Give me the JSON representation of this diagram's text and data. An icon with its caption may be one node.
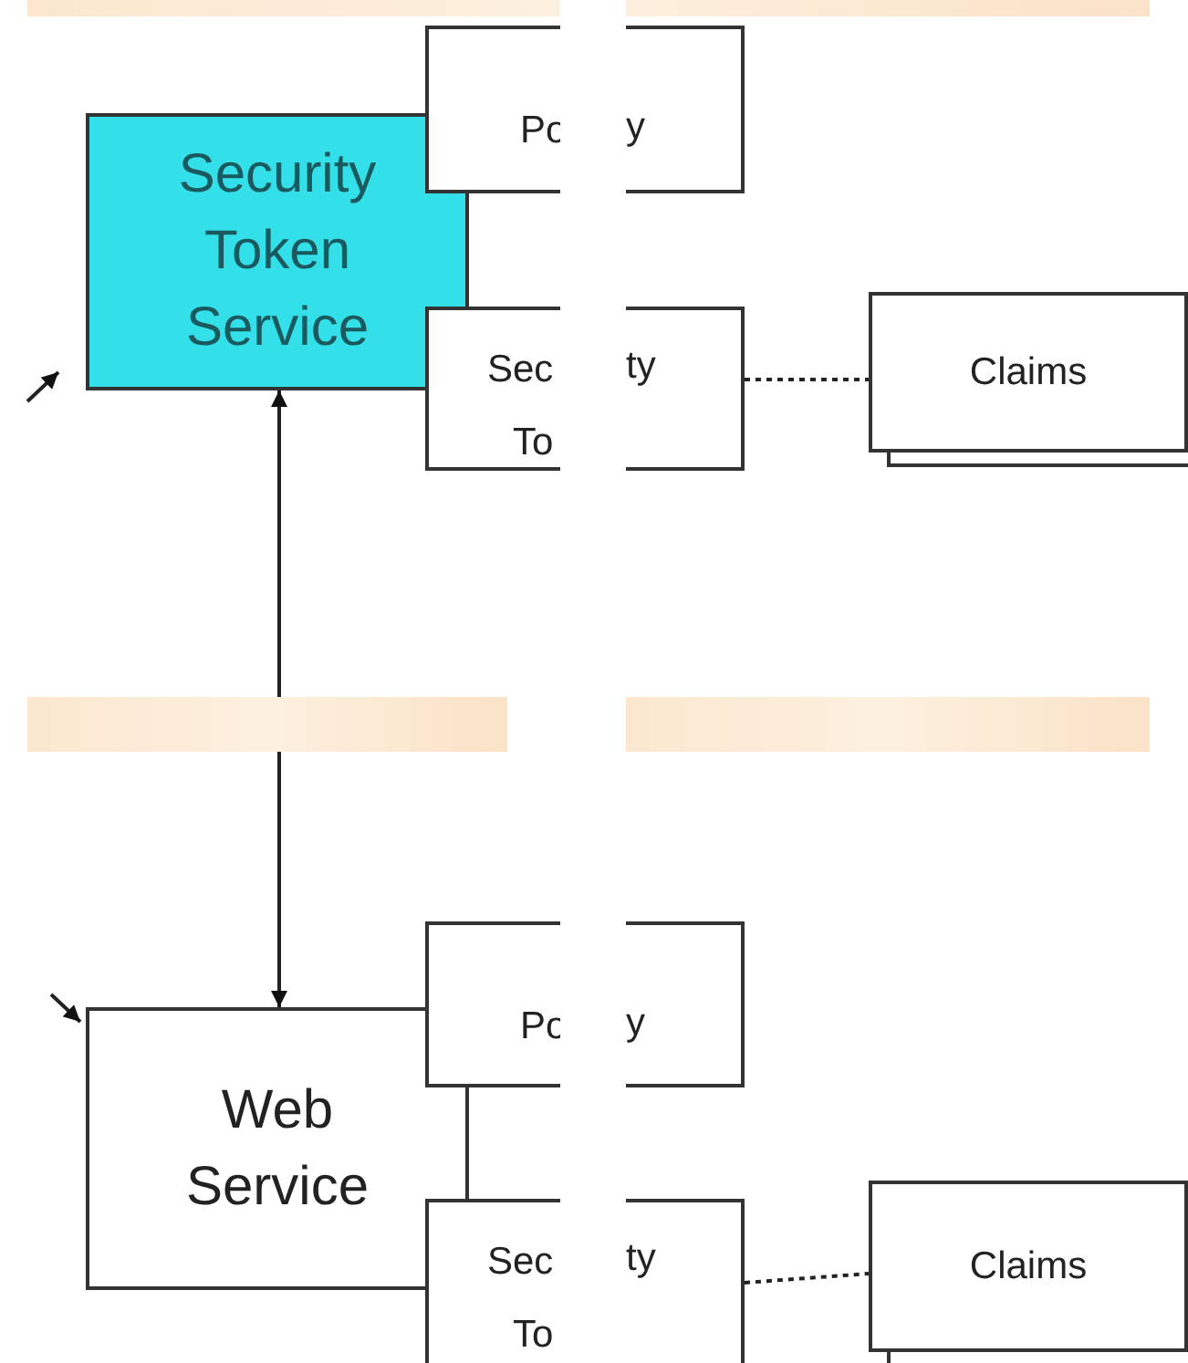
{
  "diagram": {
    "nodes": [
      {
        "text": [
          "Security Token Service"
        ]
      },
      {
        "text": [
          "Po",
          "y"
        ]
      },
      {
        "text": [
          "Sec",
          "ty",
          "To"
        ]
      },
      {
        "text": [
          "Claims"
        ]
      },
      {
        "text": [
          "Web Service"
        ]
      },
      {
        "text": [
          "Po",
          "y"
        ]
      },
      {
        "text": [
          "Sec",
          "ty",
          "To"
        ]
      },
      {
        "text": [
          "Claims"
        ]
      }
    ],
    "edges": [
      {
        "from": null,
        "to": 0,
        "arrow": "to"
      },
      {
        "from": 0,
        "to": 4,
        "arrow": "both"
      },
      {
        "from": 2,
        "to": 3,
        "arrow": "none",
        "style": "dashed"
      },
      {
        "from": null,
        "to": 4,
        "arrow": "to"
      },
      {
        "from": 5,
        "to": 6,
        "arrow": "none"
      },
      {
        "from": 6,
        "to": 7,
        "arrow": "none",
        "style": "dashed"
      }
    ]
  }
}
